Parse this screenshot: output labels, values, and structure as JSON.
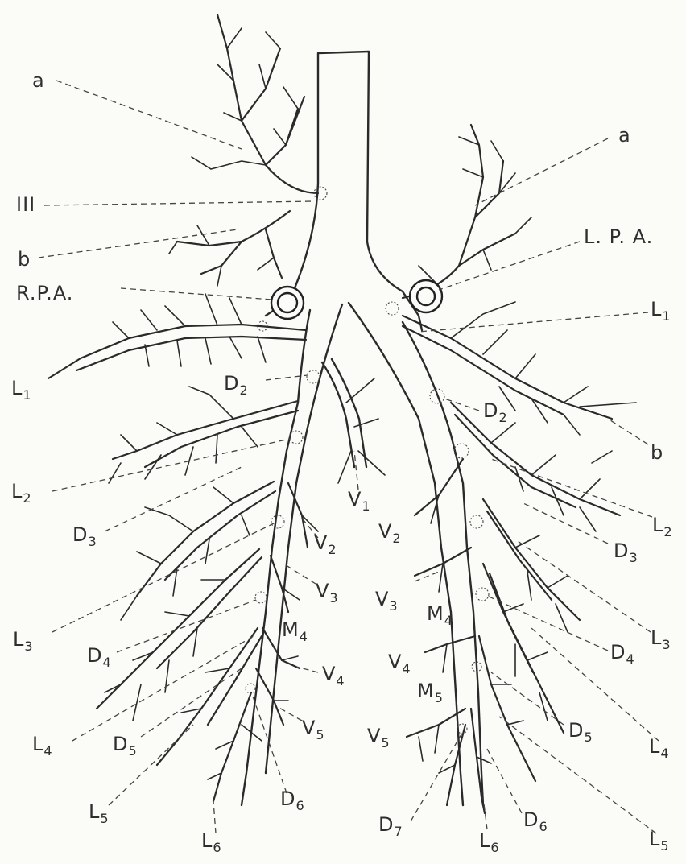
{
  "labels": {
    "a_right": "a",
    "iii": "III",
    "b_right": "b",
    "rpa": "R.P.A.",
    "l1_right": {
      "main": "L",
      "sub": "1"
    },
    "l2_right": {
      "main": "L",
      "sub": "2"
    },
    "d3_right": {
      "main": "D",
      "sub": "3"
    },
    "l3_right": {
      "main": "L",
      "sub": "3"
    },
    "d4_right": {
      "main": "D",
      "sub": "4"
    },
    "l4_right": {
      "main": "L",
      "sub": "4"
    },
    "d5_right": {
      "main": "D",
      "sub": "5"
    },
    "l5_right": {
      "main": "L",
      "sub": "5"
    },
    "l6_right": {
      "main": "L",
      "sub": "6"
    },
    "d6_right": {
      "main": "D",
      "sub": "6"
    },
    "v5_right": {
      "main": "V",
      "sub": "5"
    },
    "v4_right": {
      "main": "V",
      "sub": "4"
    },
    "m4_right": {
      "main": "M",
      "sub": "4"
    },
    "v3_right": {
      "main": "V",
      "sub": "3"
    },
    "v2_right": {
      "main": "V",
      "sub": "2"
    },
    "d2_right": {
      "main": "D",
      "sub": "2"
    },
    "v1": {
      "main": "V",
      "sub": "1"
    },
    "a_left": "a",
    "lpa": "L. P. A.",
    "l1_left": {
      "main": "L",
      "sub": "1"
    },
    "d2_left": {
      "main": "D",
      "sub": "2"
    },
    "b_left": "b",
    "l2_left": {
      "main": "L",
      "sub": "2"
    },
    "d3_left": {
      "main": "D",
      "sub": "3"
    },
    "l3_left": {
      "main": "L",
      "sub": "3"
    },
    "d4_left": {
      "main": "D",
      "sub": "4"
    },
    "l4_left": {
      "main": "L",
      "sub": "4"
    },
    "d5_left": {
      "main": "D",
      "sub": "5"
    },
    "l5_left": {
      "main": "L",
      "sub": "5"
    },
    "d6_left": {
      "main": "D",
      "sub": "6"
    },
    "l6_left": {
      "main": "L",
      "sub": "6"
    },
    "d7_left": {
      "main": "D",
      "sub": "7"
    },
    "v5_left": {
      "main": "V",
      "sub": "5"
    },
    "m5_left": {
      "main": "M",
      "sub": "5"
    },
    "v4_left": {
      "main": "V",
      "sub": "4"
    },
    "m4_left": {
      "main": "M",
      "sub": "4"
    },
    "v3_left": {
      "main": "V",
      "sub": "3"
    },
    "v2_left": {
      "main": "V",
      "sub": "2"
    }
  }
}
